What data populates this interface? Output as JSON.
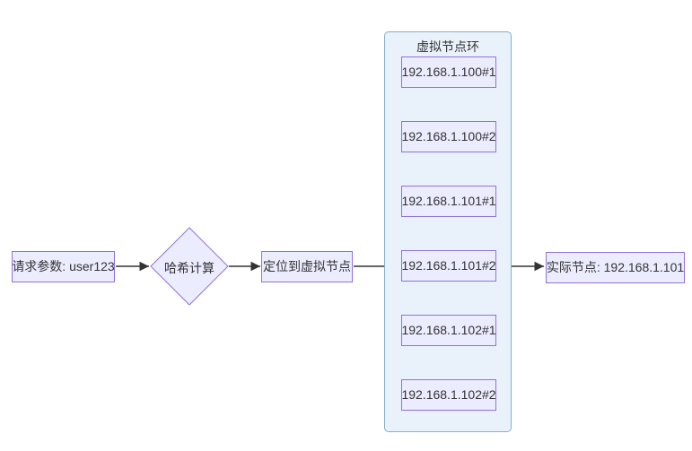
{
  "diagram": {
    "type": "flowchart",
    "direction": "left-to-right",
    "colors": {
      "node_fill": "#ECECFF",
      "node_border": "#9370DB",
      "cluster_fill": "#E9F2FA",
      "cluster_border": "#82AED0",
      "edge_color": "#333333",
      "text_color": "#333333",
      "background": "#ffffff"
    },
    "nodes": {
      "request": {
        "label": "请求参数: user123",
        "shape": "rect"
      },
      "hash": {
        "label": "哈希计算",
        "shape": "diamond"
      },
      "locate": {
        "label": "定位到虚拟节点",
        "shape": "rect"
      },
      "actual": {
        "label": "实际节点: 192.168.1.101",
        "shape": "rect"
      }
    },
    "cluster": {
      "title": "虚拟节点环",
      "vnodes": [
        "192.168.1.100#1",
        "192.168.1.100#2",
        "192.168.1.101#1",
        "192.168.1.101#2",
        "192.168.1.102#1",
        "192.168.1.102#2"
      ]
    },
    "edges": [
      {
        "from": "请求参数: user123",
        "to": "哈希计算"
      },
      {
        "from": "哈希计算",
        "to": "定位到虚拟节点"
      },
      {
        "from": "定位到虚拟节点",
        "to": "192.168.1.101#2"
      },
      {
        "from": "192.168.1.101#2",
        "to": "实际节点: 192.168.1.101"
      }
    ]
  }
}
